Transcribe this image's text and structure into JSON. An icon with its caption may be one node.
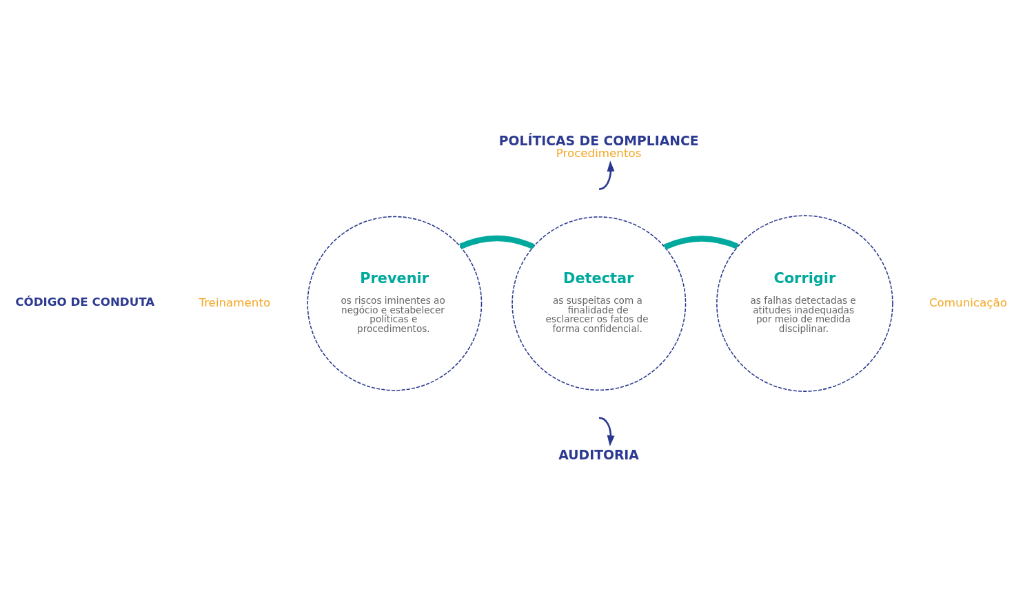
{
  "diagram": {
    "nodes": [
      {
        "text": [
          "Prevenir",
          "os riscos iminentes ao  negócio e estabelecer políticas e procedimentos."
        ]
      },
      {
        "text": [
          "Detectar",
          "as suspeitas com a finalidade de esclarecer os fatos de forma confidencial."
        ]
      },
      {
        "text": [
          "Corrigir",
          "as falhas detectadas e atitudes inadequadas por meio de medida disciplinar."
        ]
      },
      {
        "text": [
          "POLÍTICAS DE COMPLIANCE",
          "Procedimentos"
        ]
      },
      {
        "text": [
          "AUDITORIA"
        ]
      }
    ],
    "edges": [
      {
        "from": 0,
        "to": 1,
        "arrow": "none",
        "style": "thick",
        "color": "#00a99d"
      },
      {
        "from": 1,
        "to": 2,
        "arrow": "none",
        "style": "thick",
        "color": "#00a99d"
      },
      {
        "from": null,
        "to": 3,
        "arrow": "to",
        "color": "#2b3990"
      },
      {
        "from": null,
        "to": 4,
        "arrow": "to",
        "color": "#2b3990"
      }
    ],
    "labels": [
      "CÓDIGO DE CONDUTA",
      "Treinamento",
      "Comunicação"
    ]
  }
}
